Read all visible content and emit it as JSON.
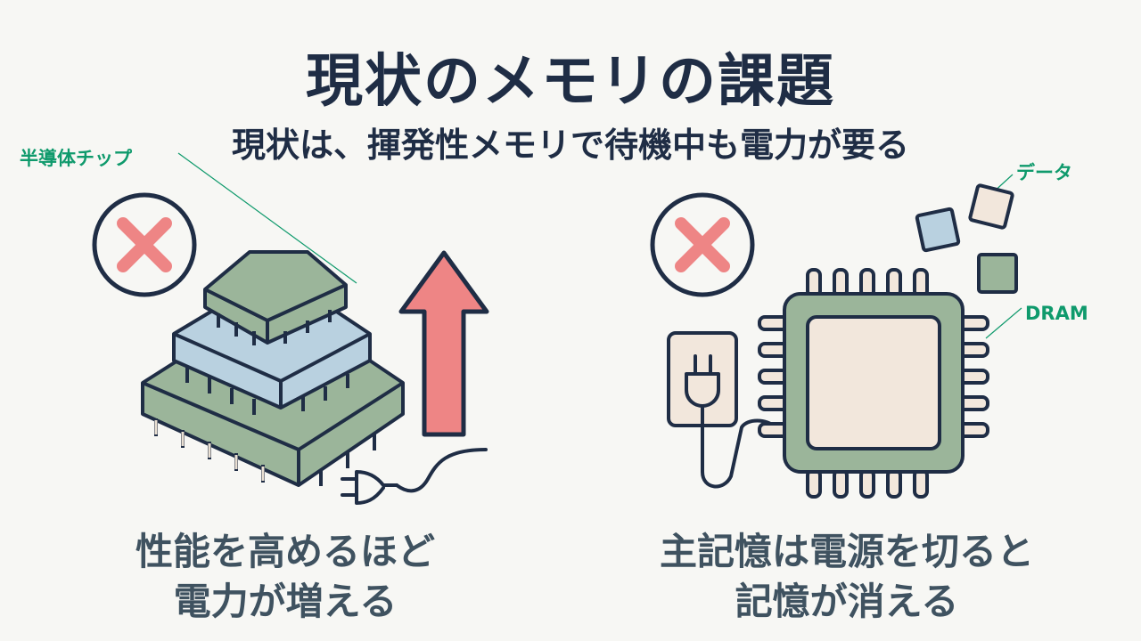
{
  "title": "現状のメモリの課題",
  "subtitle": "現状は、揮発性メモリで待機中も電力が要る",
  "left": {
    "callout": "半導体チップ",
    "caption_line1": "性能を高めるほど",
    "caption_line2": "電力が増える",
    "icon": "cross-icon"
  },
  "right": {
    "callout_data": "データ",
    "callout_dram": "DRAM",
    "caption_line1": "主記憶は電源を切ると",
    "caption_line2": "記憶が消える",
    "icon": "cross-icon"
  },
  "colors": {
    "navy": "#1f2d45",
    "green_fill": "#9bb59a",
    "blue_fill": "#b9d1e0",
    "cream": "#f2e7dc",
    "red": "#ee8585",
    "accent_text": "#0f9a6c"
  }
}
